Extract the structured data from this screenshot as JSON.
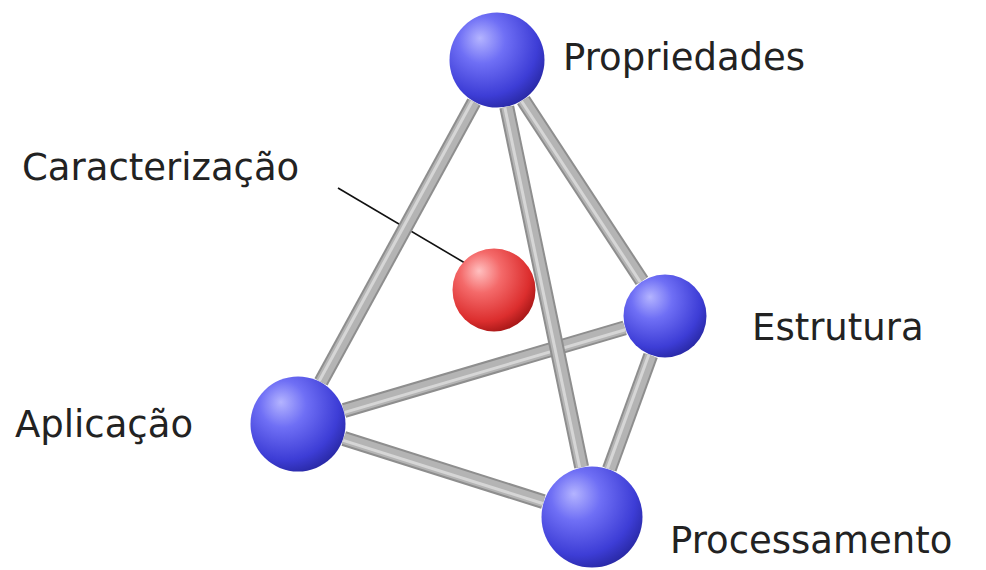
{
  "diagram": {
    "nodes": [
      {
        "text": [
          "Propriedades"
        ]
      },
      {
        "text": [
          "Caracterização"
        ]
      },
      {
        "text": [
          "Estrutura"
        ]
      },
      {
        "text": [
          "Aplicação"
        ]
      },
      {
        "text": [
          "Processamento"
        ]
      }
    ],
    "edges": [
      {
        "from": 0,
        "to": 3,
        "arrow": "none"
      },
      {
        "from": 0,
        "to": 2,
        "arrow": "none"
      },
      {
        "from": 3,
        "to": 2,
        "arrow": "none"
      },
      {
        "from": 2,
        "to": 4,
        "arrow": "none"
      },
      {
        "from": 3,
        "to": 4,
        "arrow": "none"
      },
      {
        "from": 0,
        "to": 4,
        "arrow": "none"
      }
    ]
  }
}
